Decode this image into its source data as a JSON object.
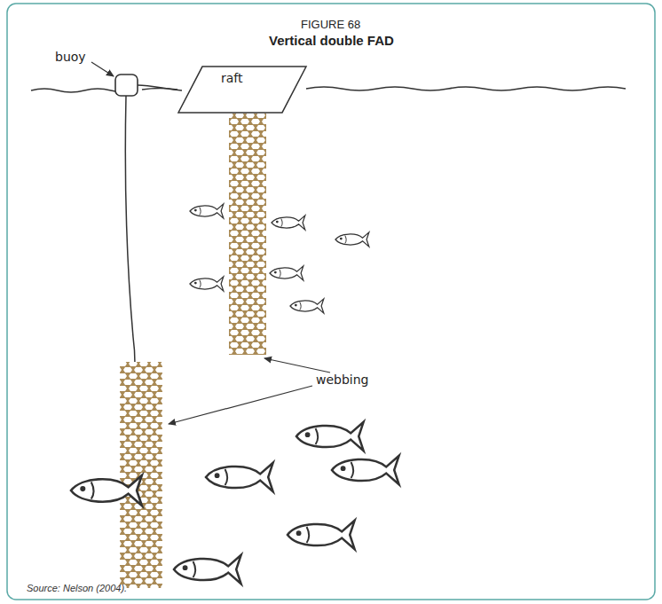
{
  "diagram": {
    "title": "Vertical double FAD",
    "caption": "Source: Nelson (2004).",
    "nodes": [
      {
        "text": [
          "raft"
        ]
      }
    ],
    "labels": [
      "FIGURE 68",
      "buoy",
      "webbing"
    ]
  }
}
